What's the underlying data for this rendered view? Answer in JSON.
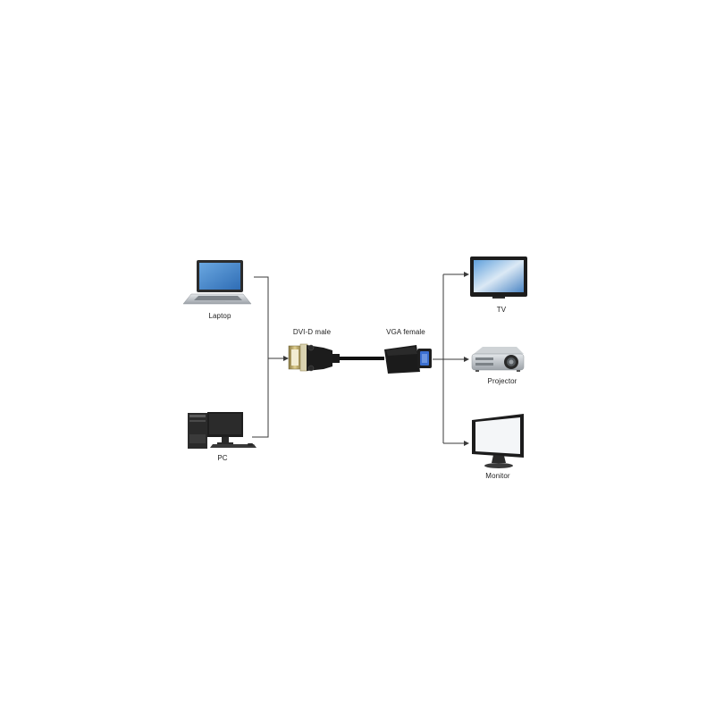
{
  "devices": {
    "laptop": {
      "label": "Laptop"
    },
    "pc": {
      "label": "PC"
    },
    "tv": {
      "label": "TV"
    },
    "projector": {
      "label": "Projector"
    },
    "monitor": {
      "label": "Monitor"
    }
  },
  "adapter": {
    "dvi_label": "DVI-D male",
    "vga_label": "VGA female"
  },
  "colors": {
    "line": "#3a3a3a",
    "screen_blue": "#4a86c8",
    "device_dark": "#1e1e1e",
    "device_silver": "#bfc4c8"
  }
}
